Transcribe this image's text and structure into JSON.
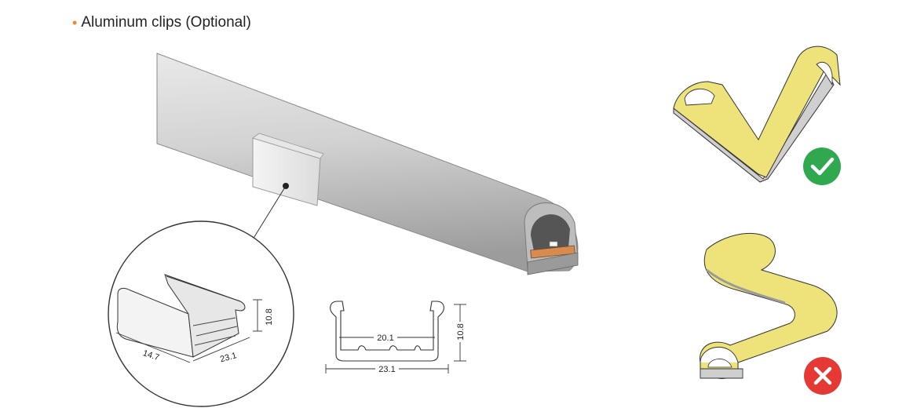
{
  "heading": {
    "bullet": "•",
    "text": "Aluminum clips (Optional)"
  },
  "clip_3d_dims": {
    "length": "14.7",
    "width": "23.1",
    "height": "10.8"
  },
  "profile_dims": {
    "inner_width": "20.1",
    "outer_width": "23.1",
    "height": "10.8"
  },
  "status_icons": [
    {
      "name": "check-icon",
      "meaning": "correct bending",
      "color": "#2fa84f"
    },
    {
      "name": "cross-icon",
      "meaning": "incorrect bending",
      "color": "#e53935"
    }
  ],
  "colors": {
    "tube": "#c8c8c8",
    "strip_yellow": "#ede37a",
    "accent": "#f08a2a"
  }
}
